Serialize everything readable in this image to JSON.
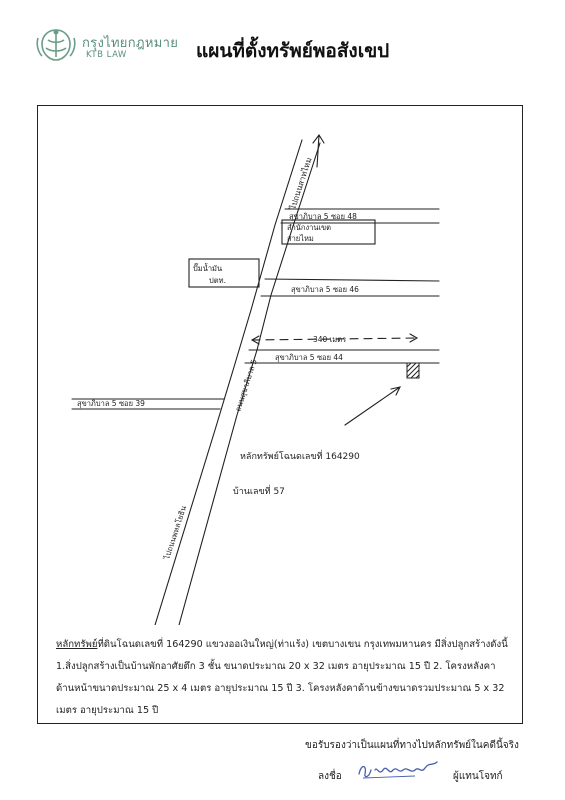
{
  "header": {
    "logo_text_th": "กรุงไทยกฎหมาย",
    "logo_text_en": "KTB LAW",
    "title": "แผนที่ตั้งทรัพย์พอสังเขป"
  },
  "map": {
    "road_main_top": "ไปถนนสาทไหม",
    "road_main_mid": "ถนนสุขาภิบาล 5",
    "road_main_bottom": "ไปถนนพหลโยธิน",
    "soi_48": "สุขาภิบาล 5 ซอย 48",
    "soi_46": "สุขาภิบาล 5 ซอย 46",
    "soi_44": "สุขาภิบาล 5 ซอย 44",
    "soi_39": "สุขาภิบาล 5 ซอย 39",
    "box_office_line1": "สำนักงานเขต",
    "box_office_line2": "สายไหม",
    "box_gas_line1": "ปั๊มน้ำมัน",
    "box_gas_line2": "ปตท.",
    "distance": "340 เมตร",
    "asset_label": "หลักทรัพย์โฉนดเลขที่ 164290",
    "house_label": "บ้านเลขที่ 57"
  },
  "description": {
    "label": "หลักทรัพย์",
    "text": "ที่ดินโฉนดเลขที่ 164290 แขวงออเงินใหญ่(ท่าแร้ง) เขตบางเขน กรุงเทพมหานคร มีสิ่งปลูกสร้างดังนี้ 1.สิ่งปลูกสร้างเป็นบ้านพักอาศัยตึก 3 ชั้น ขนาดประมาณ 20 x 32 เมตร อายุประมาณ 15 ปี 2. โครงหลังคาด้านหน้าขนาดประมาณ 25 x 4 เมตร อายุประมาณ 15 ปี 3. โครงหลังคาด้านข้างขนาดรวมประมาณ 5 x 32 เมตร อายุประมาณ 15 ปี"
  },
  "footer": {
    "certify": "ขอรับรองว่าเป็นแผนที่ทางไปหลักทรัพย์ในคดีนี้จริง",
    "sign_label": "ลงชื่อ",
    "sign_role": "ผู้แทนโจทก์"
  }
}
